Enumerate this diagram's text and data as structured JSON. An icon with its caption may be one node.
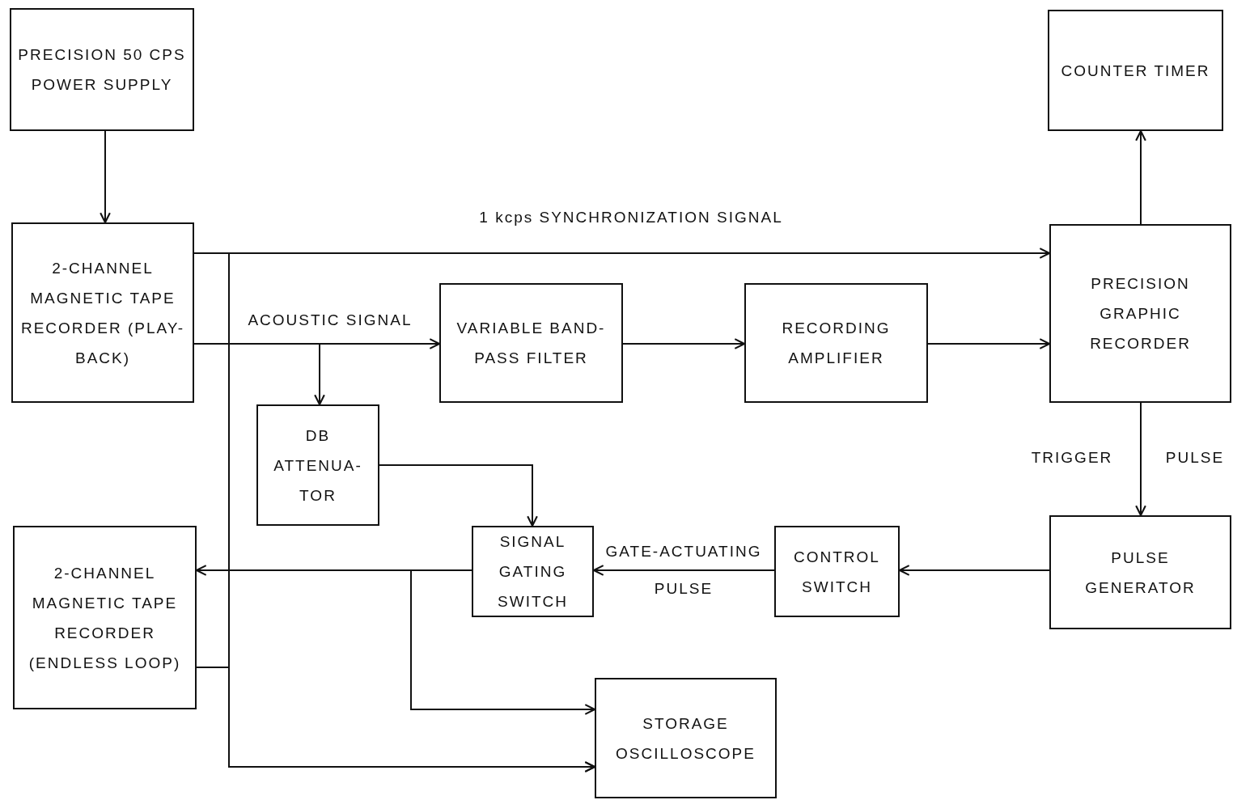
{
  "diagram": {
    "nodes": [
      {
        "text": [
          "PRECISION 50 CPS POWER SUPPLY"
        ]
      },
      {
        "text": [
          "COUNTER TIMER"
        ]
      },
      {
        "text": [
          "2-CHANNEL MAGNETIC TAPE RECORDER (PLAY-BACK)"
        ]
      },
      {
        "text": [
          "VARIABLE BAND-PASS FILTER"
        ]
      },
      {
        "text": [
          "RECORDING AMPLIFIER"
        ]
      },
      {
        "text": [
          "PRECISION GRAPHIC RECORDER"
        ]
      },
      {
        "text": [
          "DB ATTENUA- TOR"
        ]
      },
      {
        "text": [
          "2-CHANNEL MAGNETIC TAPE RECORDER (ENDLESS LOOP)"
        ]
      },
      {
        "text": [
          "SIGNAL GATING SWITCH"
        ]
      },
      {
        "text": [
          "CONTROL SWITCH"
        ]
      },
      {
        "text": [
          "PULSE GENERATOR"
        ]
      },
      {
        "text": [
          "STORAGE OSCILLOSCOPE"
        ]
      }
    ],
    "edges": [
      {
        "from": 0,
        "to": 2,
        "arrow": "to"
      },
      {
        "from": 2,
        "to": 5,
        "arrow": "to",
        "label": "1 kcps SYNCHRONIZATION SIGNAL"
      },
      {
        "from": 5,
        "to": 1,
        "arrow": "to"
      },
      {
        "from": 2,
        "to": 3,
        "arrow": "to",
        "label": "ACOUSTIC SIGNAL"
      },
      {
        "from": 3,
        "to": 4,
        "arrow": "to"
      },
      {
        "from": 4,
        "to": 5,
        "arrow": "to"
      },
      {
        "from": 2,
        "to": 6,
        "arrow": "to"
      },
      {
        "from": 6,
        "to": 8,
        "arrow": "to"
      },
      {
        "from": 5,
        "to": 10,
        "arrow": "to"
      },
      {
        "from": 10,
        "to": 9,
        "arrow": "to"
      },
      {
        "from": 9,
        "to": 8,
        "arrow": "to",
        "label": "GATE-ACTUATING PULSE"
      },
      {
        "from": 8,
        "to": 7,
        "arrow": "to"
      },
      {
        "from": 8,
        "to": 11,
        "arrow": "to"
      },
      {
        "from": 2,
        "to": 11,
        "arrow": "to"
      },
      {
        "from": 7,
        "to": 11,
        "arrow": "to"
      }
    ],
    "labels": [
      "TRIGGER",
      "PULSE"
    ]
  }
}
